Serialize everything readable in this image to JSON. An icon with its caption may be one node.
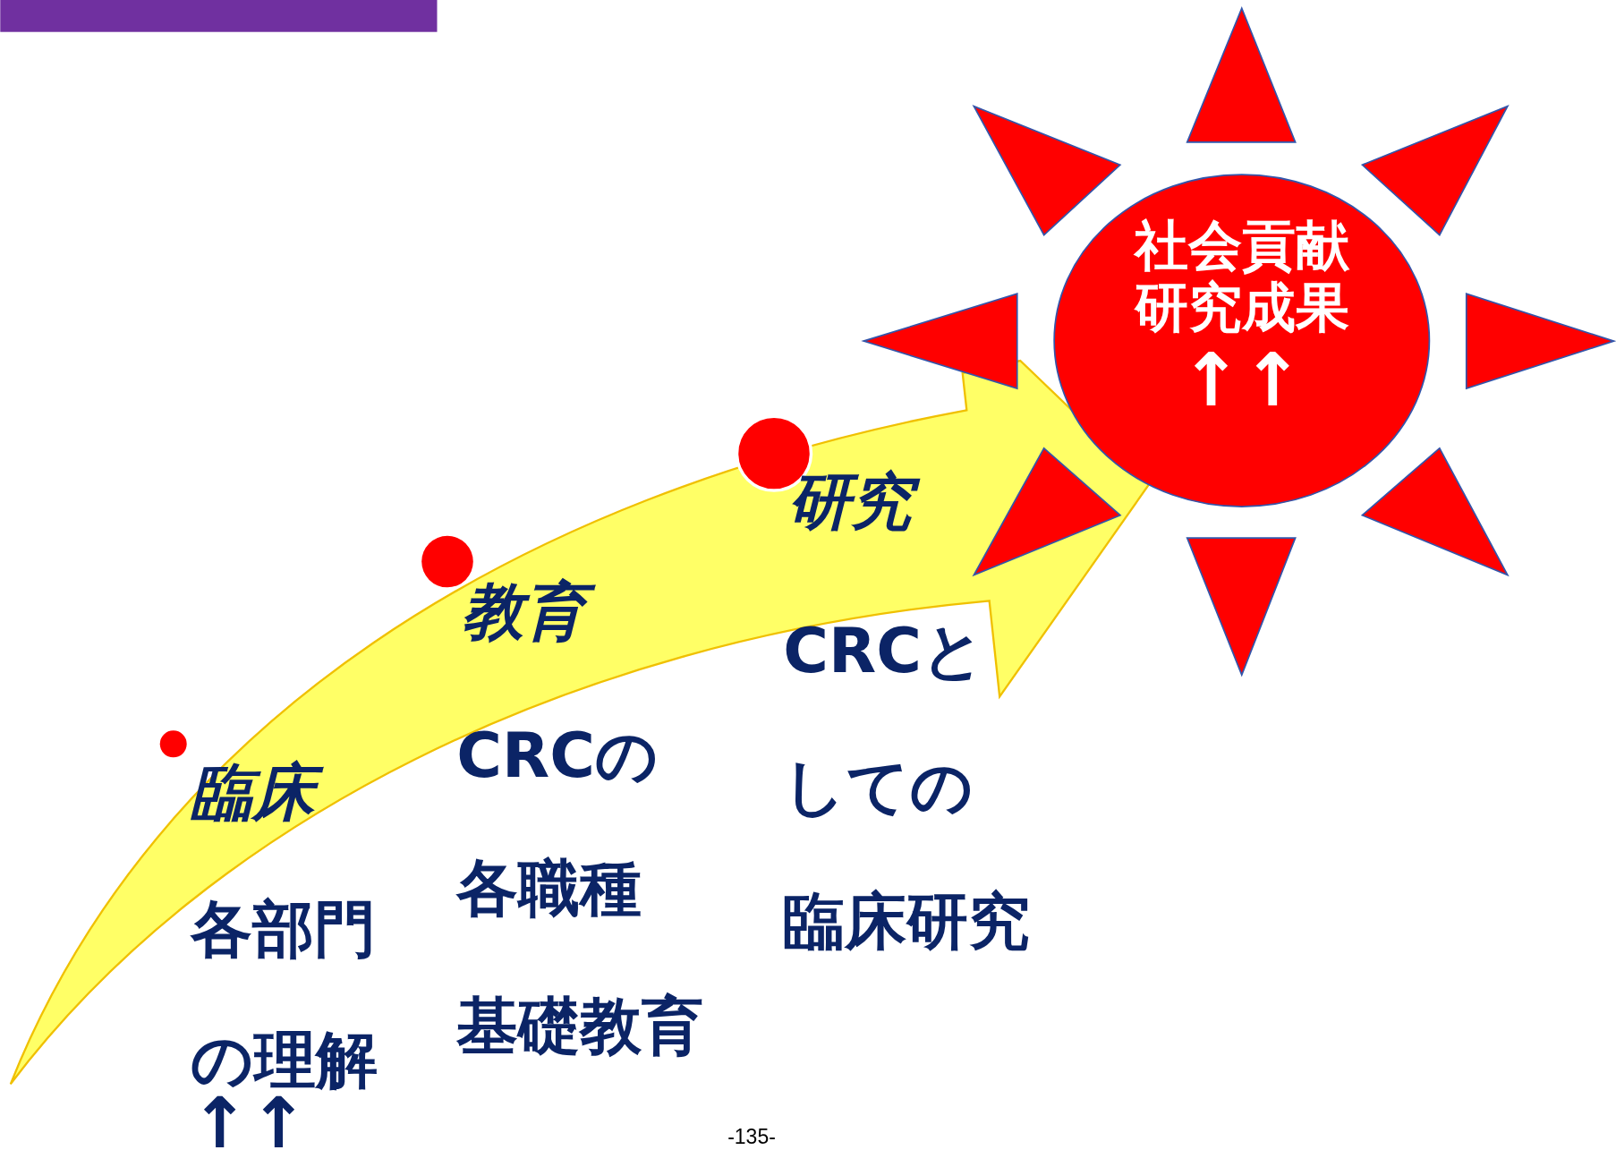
{
  "diagram": {
    "nodes": [
      {
        "text": [
          "社会貢献",
          "研究成果",
          "↑↑"
        ]
      }
    ],
    "labels": [
      "臨床",
      "各部門",
      "の理解",
      "↑↑",
      "教育",
      "CRCの",
      "各職種",
      "基礎教育",
      "研究",
      "CRCと",
      "しての",
      "臨床研究",
      "-135-"
    ]
  }
}
